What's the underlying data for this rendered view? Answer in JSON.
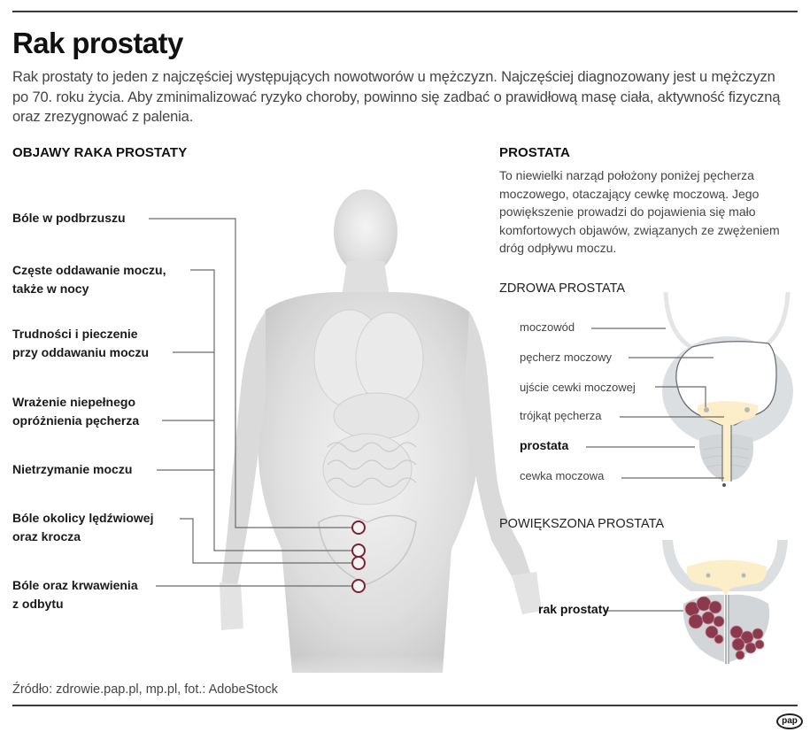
{
  "header": {
    "title": "Rak prostaty",
    "intro": "Rak prostaty to jeden z najczęściej występujących nowotworów u mężczyzn. Najczęściej diagnozowany jest u mężczyzn po 70. roku życia. Aby zminimalizować ryzyko choroby, powinno się zadbać o prawidłową masę ciała, aktywność fizyczną oraz zrezygnować z palenia."
  },
  "symptoms": {
    "heading": "OBJAWY RAKA PROSTATY",
    "items": [
      {
        "line1": "Bóle w podbrzuszu",
        "line2": ""
      },
      {
        "line1": "Częste oddawanie moczu,",
        "line2": "także w nocy"
      },
      {
        "line1": "Trudności i pieczenie",
        "line2": "przy oddawaniu moczu"
      },
      {
        "line1": "Wrażenie niepełnego",
        "line2": "opróżnienia pęcherza"
      },
      {
        "line1": "Nietrzymanie moczu",
        "line2": ""
      },
      {
        "line1": "Bóle okolicy lędźwiowej",
        "line2": "oraz krocza"
      },
      {
        "line1": "Bóle oraz krwawienia",
        "line2": "z odbytu"
      }
    ],
    "marker_color": "#7a2236"
  },
  "prostata": {
    "heading": "PROSTATA",
    "description": "To niewielki narząd położony poniżej pęcherza moczowego, otaczający cewkę moczową. Jego powiększenie prowadzi do pojawienia się mało komfortowych objawów, związanych ze zwężeniem dróg odpływu moczu.",
    "healthy": {
      "heading": "ZDROWA PROSTATA",
      "labels": [
        "moczowód",
        "pęcherz moczowy",
        "ujście cewki moczowej",
        "trójkąt pęcherza",
        "prostata",
        "cewka moczowa"
      ]
    },
    "enlarged": {
      "heading": "POWIĘKSZONA PROSTATA",
      "labels": [
        "rak prostaty"
      ]
    },
    "colors": {
      "bladder_wall": "#dcdfe2",
      "trigone": "#fbeec8",
      "tumor": "#8a3a4c",
      "prostate": "#d3d6d9"
    }
  },
  "footer": {
    "source": "Źródło: zdrowie.pap.pl, mp.pl, fot.: AdobeStock",
    "logo": "pap"
  }
}
